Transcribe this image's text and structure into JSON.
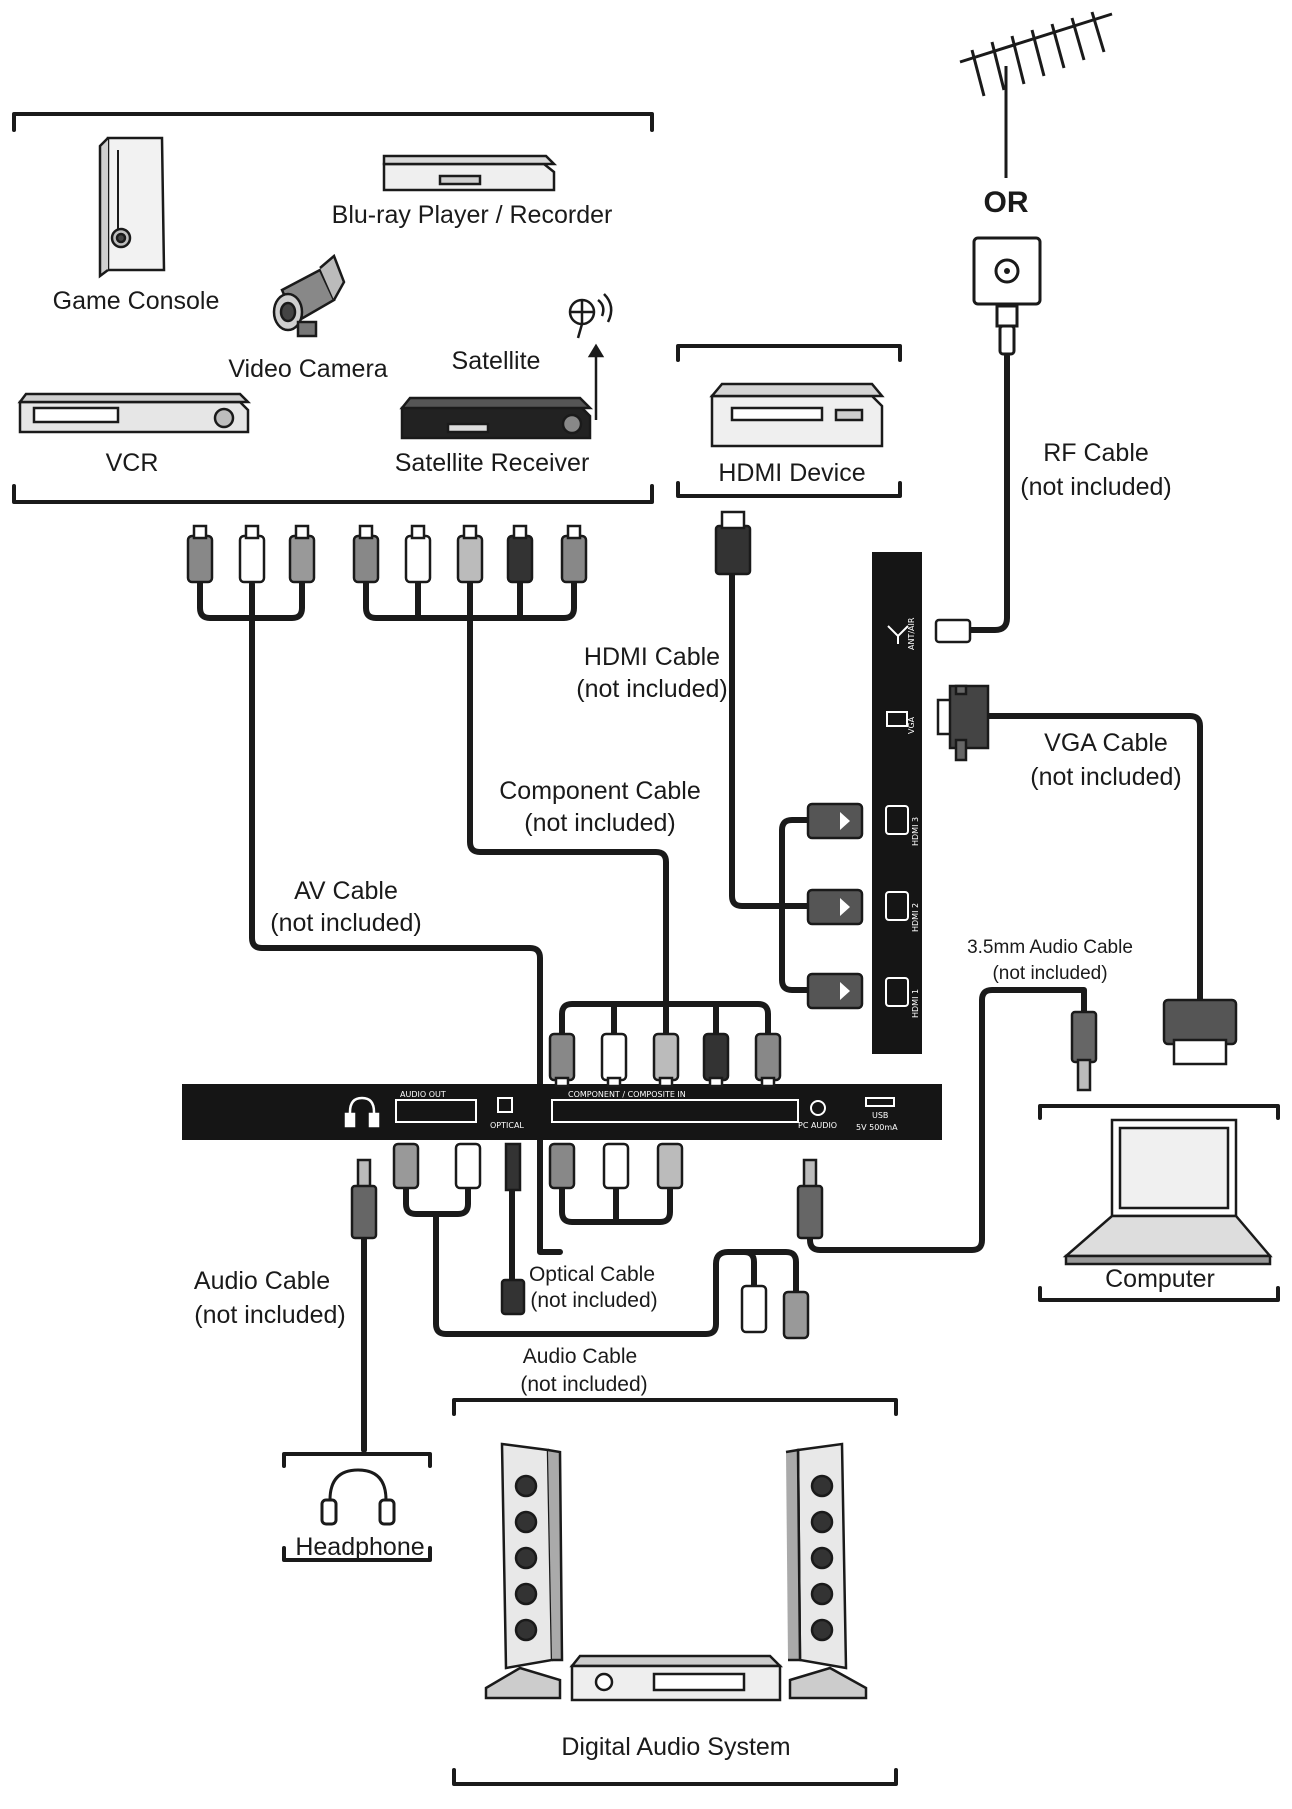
{
  "labels": {
    "or": "OR",
    "blu_ray": "Blu-ray Player / Recorder",
    "game_console": "Game Console",
    "video_camera": "Video Camera",
    "satellite": "Satellite",
    "vcr": "VCR",
    "satellite_receiver": "Satellite Receiver",
    "hdmi_device": "HDMI Device",
    "rf_cable": "RF Cable",
    "rf_cable_note": "(not included)",
    "hdmi_cable": "HDMI Cable",
    "hdmi_cable_note": "(not included)",
    "vga_cable": "VGA Cable",
    "vga_cable_note": "(not included)",
    "component_cable": "Component Cable",
    "component_cable_note": "(not included)",
    "av_cable": "AV Cable",
    "av_cable_note": "(not included)",
    "audio_35_cable": "3.5mm Audio Cable",
    "audio_35_cable_note": "(not included)",
    "audio_cable_left": "Audio Cable",
    "audio_cable_left_note": "(not included)",
    "optical_cable": "Optical Cable",
    "optical_cable_note": "(not included)",
    "audio_cable_center": "Audio Cable",
    "audio_cable_center_note": "(not included)",
    "computer": "Computer",
    "headphone": "Headphone",
    "digital_audio_system": "Digital Audio System"
  },
  "port_labels": {
    "audio_out": "AUDIO OUT",
    "optical": "OPTICAL",
    "component_composite_in": "COMPONENT / COMPOSITE IN",
    "pc_audio": "PC AUDIO",
    "usb": "USB",
    "usb_power": "5V 500mA",
    "antenna": "ANT/AIR",
    "vga": "VGA",
    "hdmi3": "HDMI 3",
    "hdmi2": "HDMI 2",
    "hdmi1": "HDMI 1"
  }
}
